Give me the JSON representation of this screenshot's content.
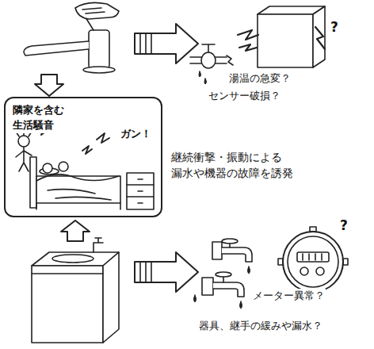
{
  "diagram": {
    "nodes": [
      {
        "text": [
          "隣家を含む 生活騒音",
          "ガン！"
        ]
      }
    ],
    "labels": [
      "?",
      "湯温の急変？",
      "センサー破損？",
      "継続衝撃・振動による 漏水や機器の故障を誘発",
      "?",
      "メーター異常？",
      "器具、継手の緩みや漏水？"
    ]
  }
}
